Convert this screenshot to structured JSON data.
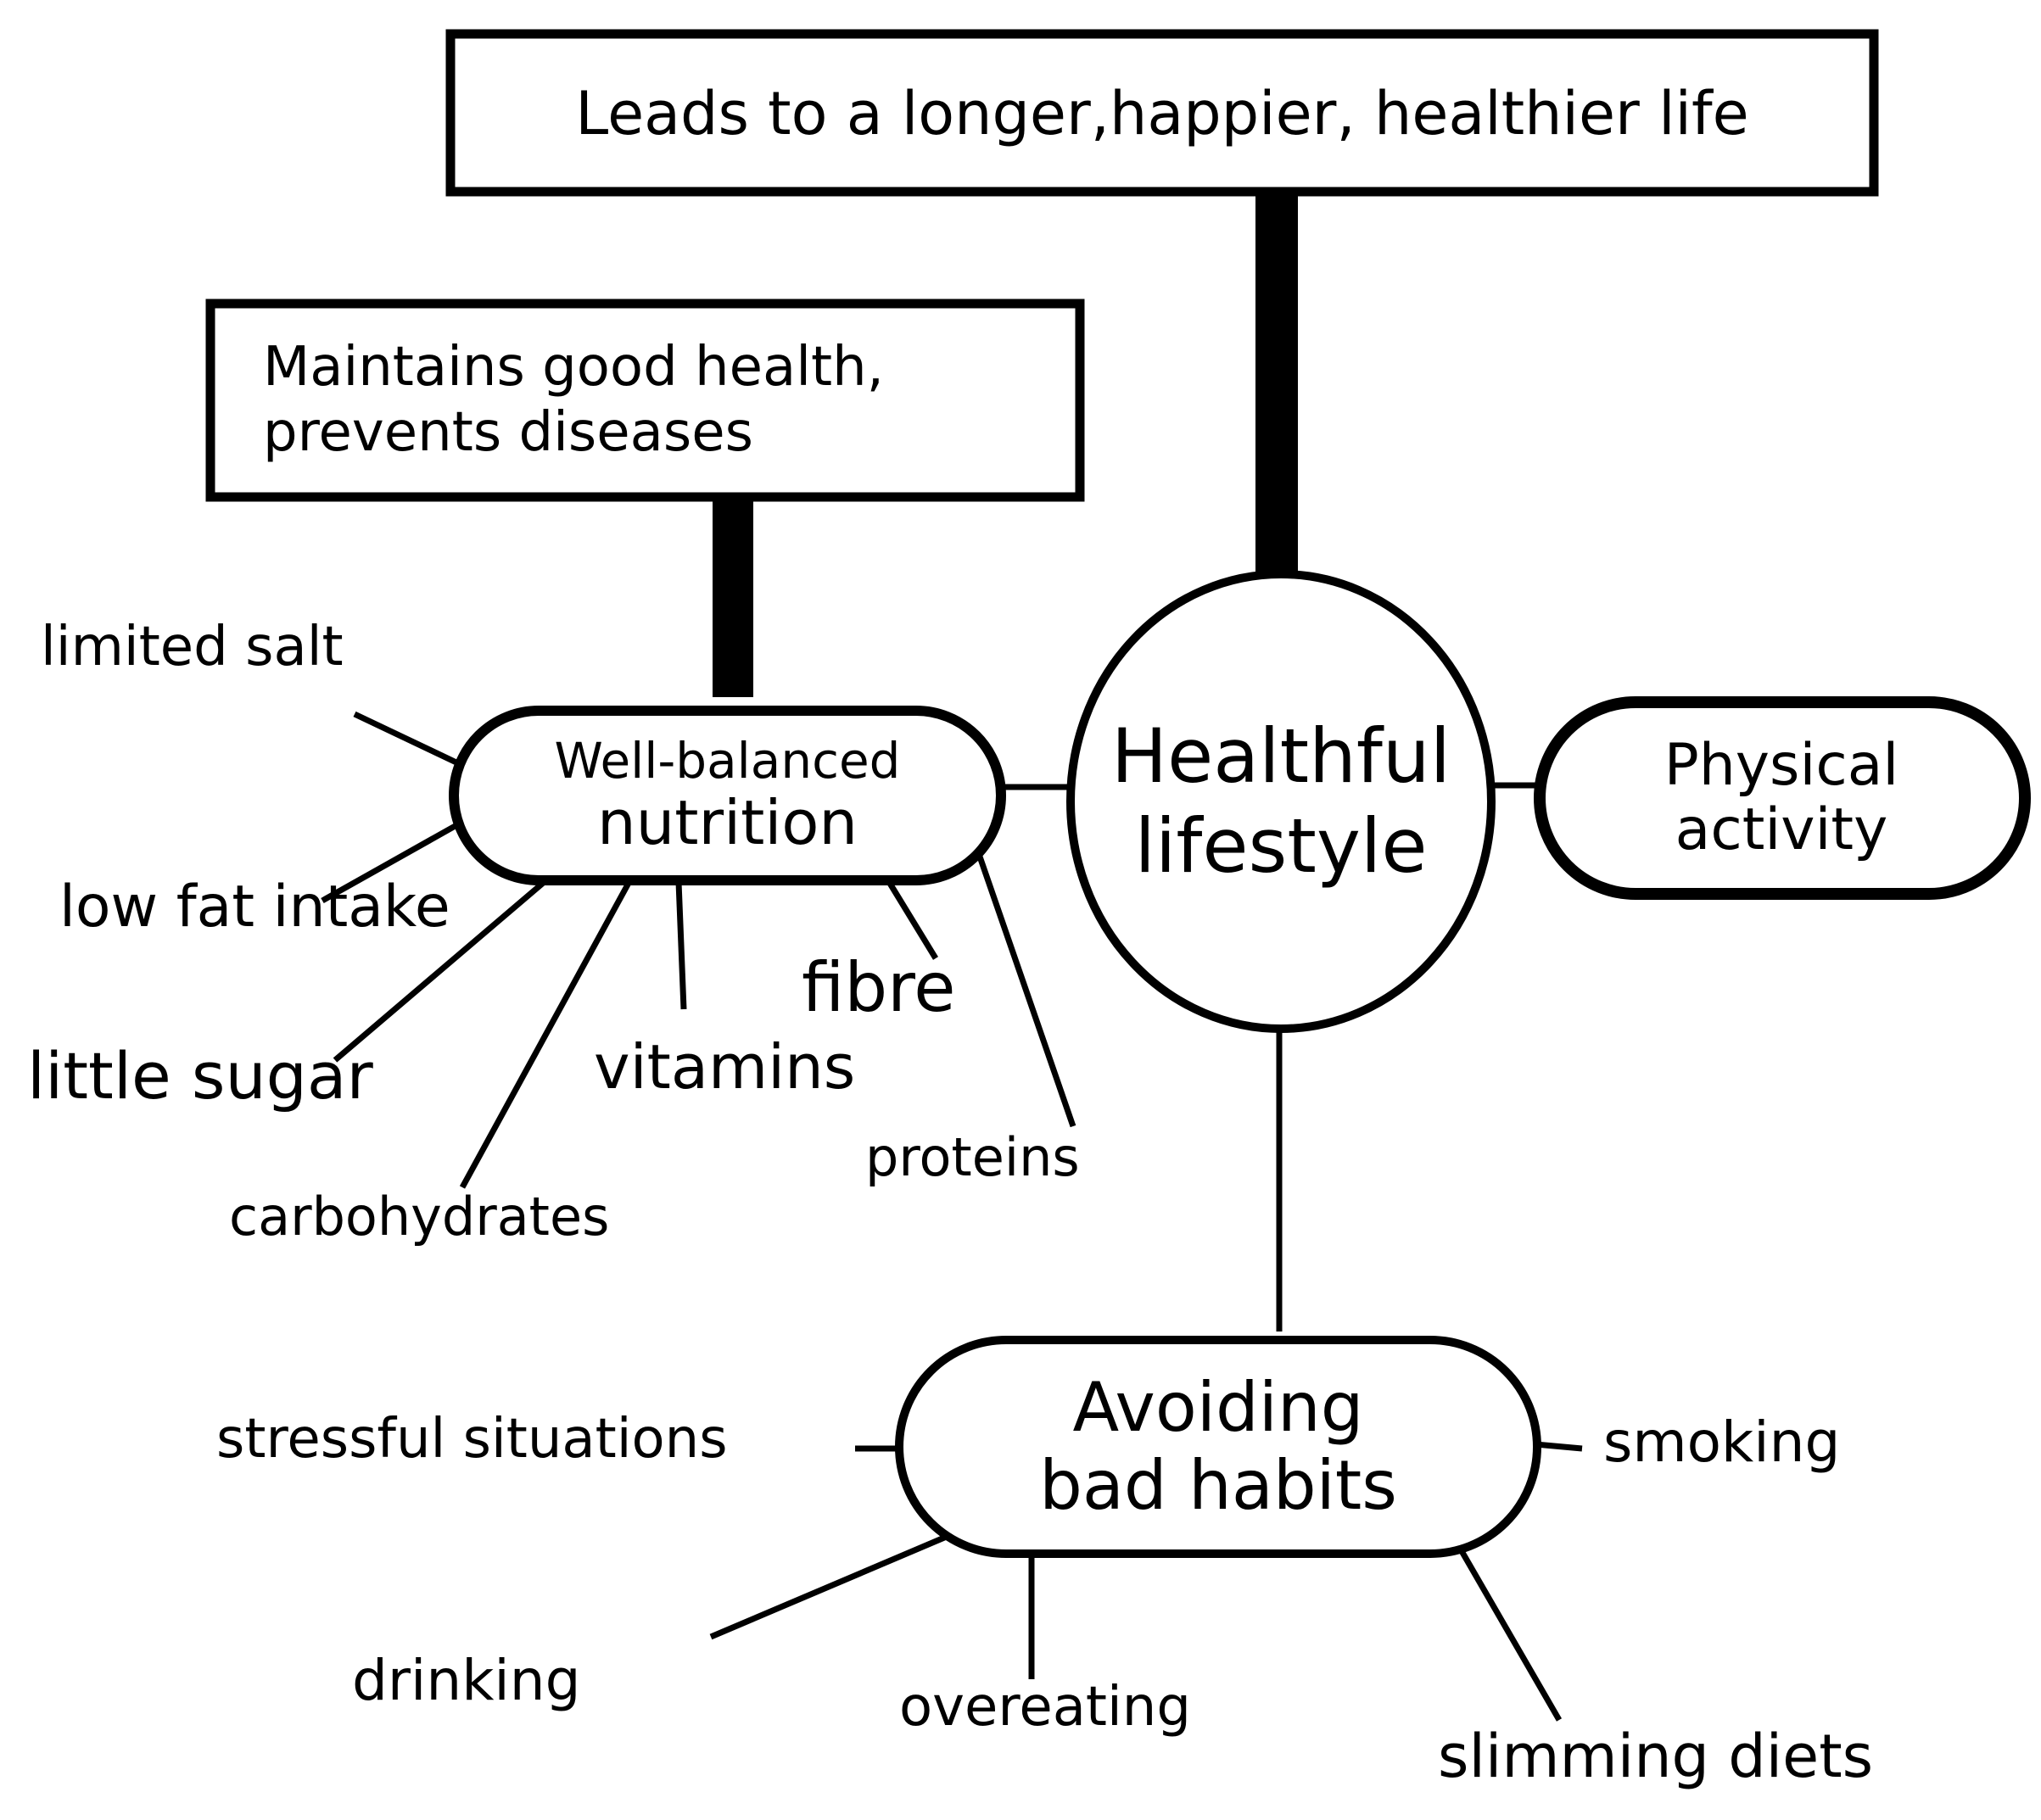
{
  "nodes": {
    "top_box": "Leads to a longer,happier, healthier life",
    "health_box": {
      "line1": "Maintains good health,",
      "line2": "prevents diseases"
    },
    "center": {
      "line1": "Healthful",
      "line2": "lifestyle"
    },
    "nutrition": {
      "line1": "Well-balanced",
      "line2": "nutrition"
    },
    "physical": {
      "line1": "Physical",
      "line2": "activity"
    },
    "habits": {
      "line1": "Avoiding",
      "line2": "bad habits"
    }
  },
  "nutrition_items": [
    "limited salt",
    "low fat intake",
    "little sugar",
    "carbohydrates",
    "vitamins",
    "fibre",
    "proteins"
  ],
  "habit_items": [
    "stressful situations",
    "smoking",
    "drinking",
    "overeating",
    "slimming diets"
  ]
}
